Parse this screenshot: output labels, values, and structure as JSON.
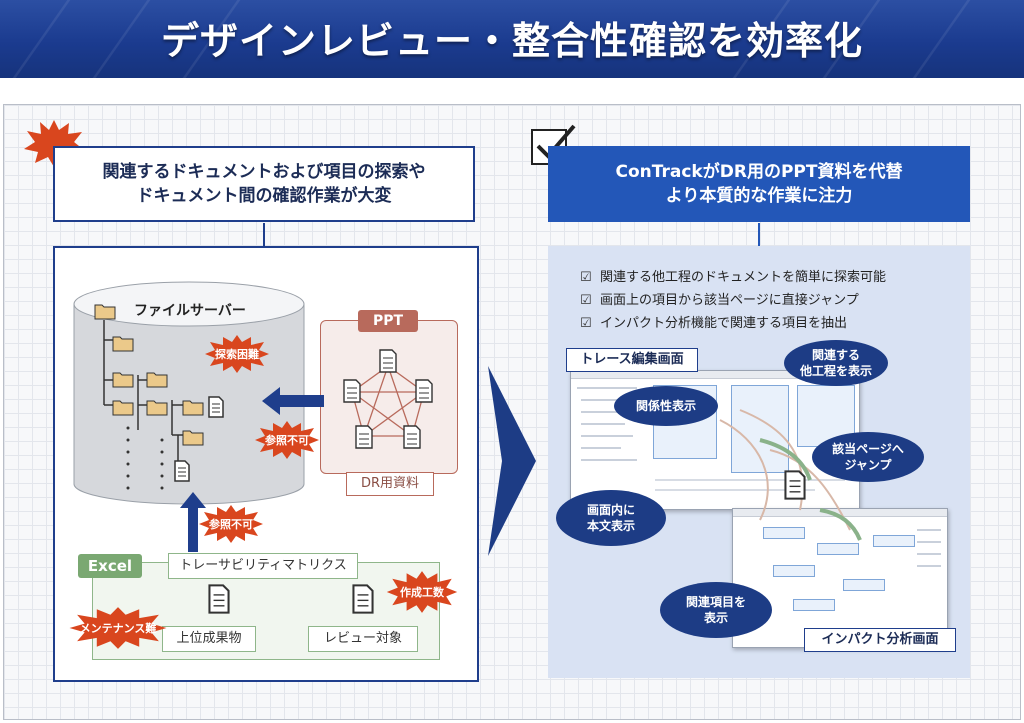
{
  "header": {
    "title": "デザインレビュー・整合性確認を効率化"
  },
  "left": {
    "problem_line1": "関連するドキュメントおよび項目の探索や",
    "problem_line2": "ドキュメント間の確認作業が大変",
    "file_server": "ファイルサーバー",
    "ppt_tag": "PPT",
    "dr_material": "DR用資料",
    "excel_tag": "Excel",
    "traceability": "トレーサビリティマトリクス",
    "upper_deliverable": "上位成果物",
    "review_target": "レビュー対象",
    "bursts": {
      "search_difficult": "探索困難",
      "no_reference_1": "参照不可",
      "no_reference_2": "参照不可",
      "creation_effort": "作成工数",
      "maintenance_difficult": "メンテナンス難"
    }
  },
  "right": {
    "solution_line1": "ConTrackがDR用のPPT資料を代替",
    "solution_line2": "より本質的な作業に注力",
    "benefits": [
      "関連する他工程のドキュメントを簡単に探索可能",
      "画面上の項目から該当ページに直接ジャンプ",
      "インパクト分析機能で関連する項目を抽出"
    ],
    "trace_screen": "トレース編集画面",
    "impact_screen": "インパクト分析画面",
    "callouts": {
      "relationship": "関係性表示",
      "related_process_1": "関連する",
      "related_process_2": "他工程を表示",
      "jump_1": "該当ページへ",
      "jump_2": "ジャンプ",
      "body_text_1": "画面内に",
      "body_text_2": "本文表示",
      "related_items_1": "関連項目を",
      "related_items_2": "表示"
    }
  },
  "colors": {
    "navy": "#1f3e8c",
    "accent_blue": "#2357b8",
    "burst_red": "#d9461e",
    "ppt_brown": "#b86a5c",
    "excel_green": "#7aa872",
    "panel_light": "#d9e2f3"
  },
  "icons": [
    "folder-icon",
    "document-icon",
    "checkmark-icon",
    "arrow-right-icon",
    "arrow-left-icon",
    "arrow-up-icon"
  ]
}
